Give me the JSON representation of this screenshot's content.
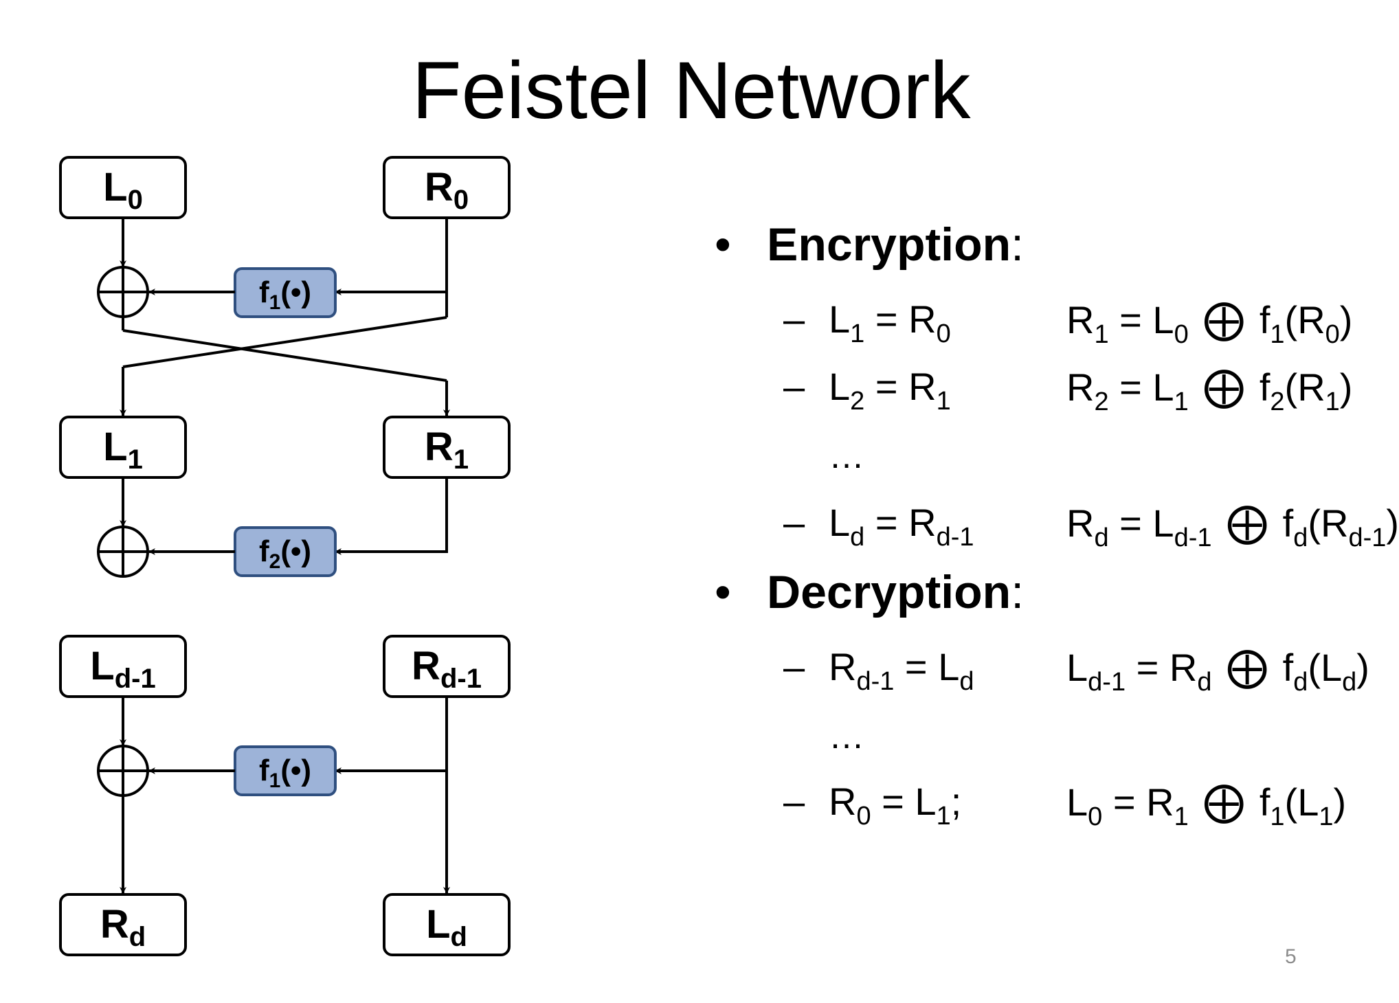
{
  "slide": {
    "title": "Feistel Network",
    "page_number": "5"
  },
  "diagram": {
    "box_fill": "#ffffff",
    "f_fill": "#9db3d8",
    "f_stroke": "#2f4f7f",
    "stage1": {
      "left_box": {
        "main": "L",
        "sub": "0"
      },
      "right_box": {
        "main": "R",
        "sub": "0"
      },
      "func": {
        "pre": "f",
        "sub": "1",
        "post": "(•)"
      }
    },
    "stage2": {
      "left_box": {
        "main": "L",
        "sub": "1"
      },
      "right_box": {
        "main": "R",
        "sub": "1"
      },
      "func": {
        "pre": "f",
        "sub": "2",
        "post": "(•)"
      }
    },
    "stage3": {
      "left_box": {
        "main": "L",
        "sub": "d-1"
      },
      "right_box": {
        "main": "R",
        "sub": "d-1"
      },
      "func": {
        "pre": "f",
        "sub": "1",
        "post": "(•)"
      }
    },
    "output": {
      "left_box": {
        "main": "R",
        "sub": "d"
      },
      "right_box": {
        "main": "L",
        "sub": "d"
      }
    }
  },
  "encryption": {
    "bullet": "•",
    "heading": "Encryption",
    "colon": ":",
    "dash": "–",
    "ellipsis": "…",
    "xor_symbol": "⨁",
    "eq1": {
      "l": "L",
      "ls": "1",
      "eq": " = ",
      "r": "R",
      "rs": "0",
      "r2": "R",
      "r2s": "1",
      "a": "L",
      "as": "0",
      "f": "f",
      "fs": "1",
      "op": "(",
      "x": "R",
      "xs": "0",
      "cp": ")"
    },
    "eq2": {
      "l": "L",
      "ls": "2",
      "eq": " = ",
      "r": "R",
      "rs": "1",
      "r2": "R",
      "r2s": "2",
      "a": "L",
      "as": "1",
      "f": "f",
      "fs": "2",
      "op": "(",
      "x": "R",
      "xs": "1",
      "cp": ")"
    },
    "eq3": {
      "l": "L",
      "ls": "d",
      "eq": " = ",
      "r": "R",
      "rs": "d-1",
      "r2": "R",
      "r2s": "d",
      "a": "L",
      "as": "d-1",
      "f": "f",
      "fs": "d",
      "op": "(",
      "x": "R",
      "xs": "d-1",
      "cp": ")"
    }
  },
  "decryption": {
    "bullet": "•",
    "heading": "Decryption",
    "colon": ":",
    "dash": "–",
    "ellipsis": "…",
    "xor_symbol": "⨁",
    "eq1": {
      "l": "R",
      "ls": "d-1",
      "eq": " = ",
      "r": "L",
      "rs": "d",
      "semi": "",
      "r2": "L",
      "r2s": "d-1",
      "a": "R",
      "as": "d",
      "f": "f",
      "fs": "d",
      "op": "(",
      "x": "L",
      "xs": "d",
      "cp": ")"
    },
    "eq2": {
      "l": "R",
      "ls": "0",
      "eq": " = ",
      "r": "L",
      "rs": "1",
      "semi": ";",
      "r2": "L",
      "r2s": "0",
      "a": "R",
      "as": "1",
      "f": "f",
      "fs": "1",
      "op": "(",
      "x": "L",
      "xs": "1",
      "cp": ")"
    }
  }
}
